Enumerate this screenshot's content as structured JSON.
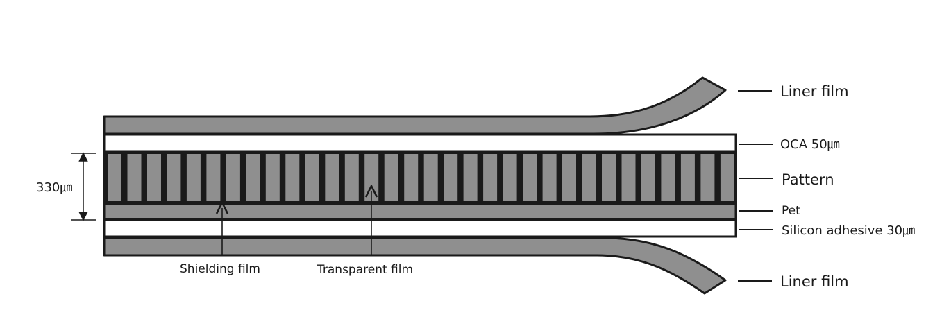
{
  "diagram": {
    "colors": {
      "film_gray": "#8f8f8f",
      "outline": "#1a1a1a",
      "gap_white": "#ffffff"
    },
    "labels": {
      "liner_top": "Liner film",
      "oca": "OCA 50㎛",
      "pattern": "Pattern",
      "pet": "Pet",
      "silicon": "Silicon adhesive 30㎛",
      "liner_bottom": "Liner film",
      "thickness": "330㎛",
      "shielding": "Shielding film",
      "transparent": "Transparent film"
    }
  }
}
